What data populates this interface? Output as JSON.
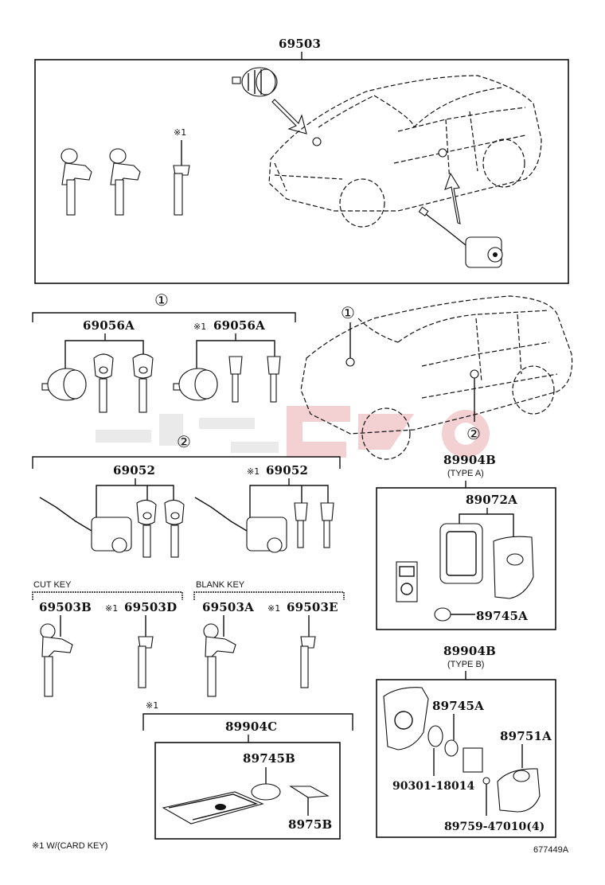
{
  "diagram": {
    "figure_id": "677449A",
    "footnote": "※1 W/(CARD KEY)",
    "top_group": {
      "part_number": "69503",
      "mark_label": "※1"
    },
    "callouts": {
      "one": "①",
      "two": "②"
    },
    "group_1": {
      "left_part": "69056A",
      "right_mark": "※1",
      "right_part": "69056A"
    },
    "group_2": {
      "left_part": "69052",
      "right_mark": "※1",
      "right_part": "69052"
    },
    "cut_key": {
      "title": "CUT KEY",
      "left_part": "69503B",
      "right_mark": "※1",
      "right_part": "69503D"
    },
    "blank_key": {
      "title": "BLANK KEY",
      "left_part": "69503A",
      "right_mark": "※1",
      "right_part": "69503E"
    },
    "card_key": {
      "mark_label": "※1",
      "part_number": "89904C",
      "battery": "89745B",
      "plate": "8975B"
    },
    "type_a": {
      "part_number": "89904B",
      "subtitle": "(TYPE A)",
      "case": "89072A",
      "battery": "89745A"
    },
    "type_b": {
      "part_number": "89904B",
      "subtitle": "(TYPE B)",
      "battery": "89745A",
      "cover": "89751A",
      "o_ring": "90301-18014",
      "screw": "89759-47010(4)"
    }
  }
}
